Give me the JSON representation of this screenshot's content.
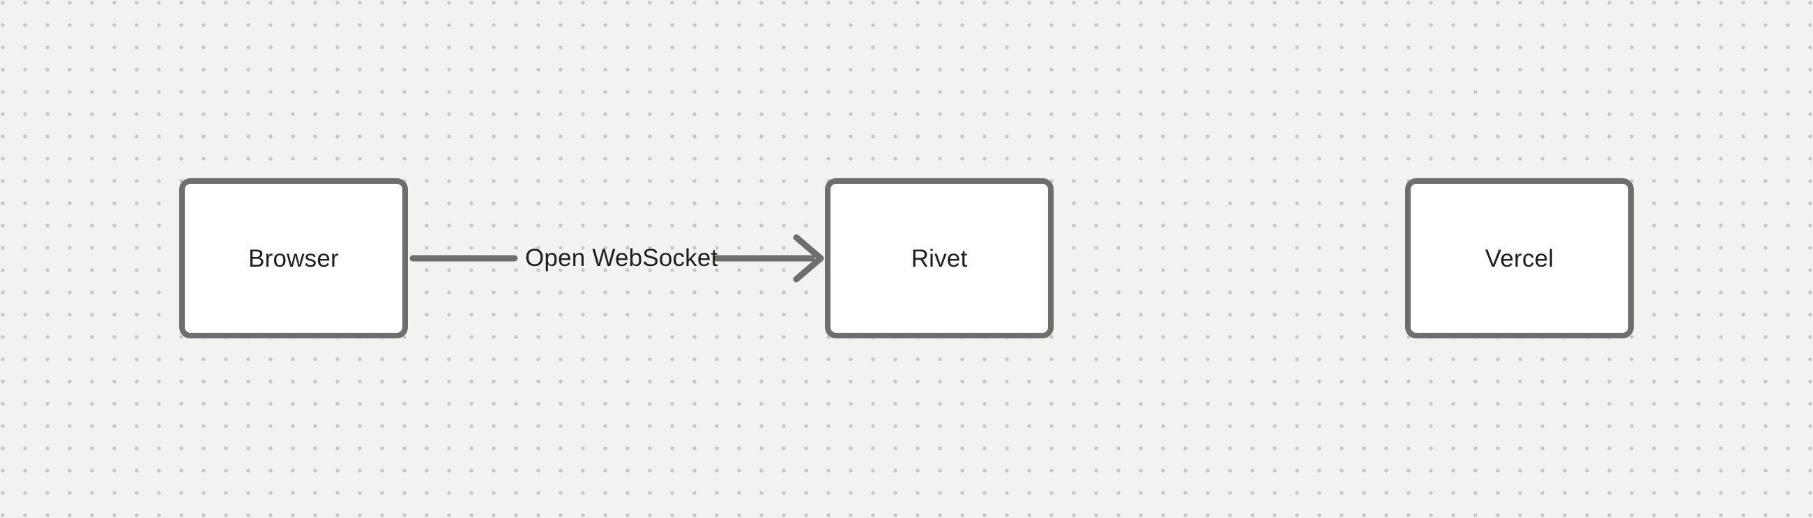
{
  "diagram": {
    "nodes": [
      {
        "id": "browser",
        "label": "Browser"
      },
      {
        "id": "rivet",
        "label": "Rivet"
      },
      {
        "id": "vercel",
        "label": "Vercel"
      }
    ],
    "edges": [
      {
        "from": "browser",
        "to": "rivet",
        "label": "Open WebSocket",
        "direction": "right"
      }
    ],
    "colors": {
      "canvas_background": "#f2f2f0",
      "grid_dot": "#c6c6c6",
      "node_fill": "#ffffff",
      "node_border": "#6e6e6e",
      "edge_stroke": "#6e6e6e",
      "text": "#1f1f1f"
    }
  }
}
